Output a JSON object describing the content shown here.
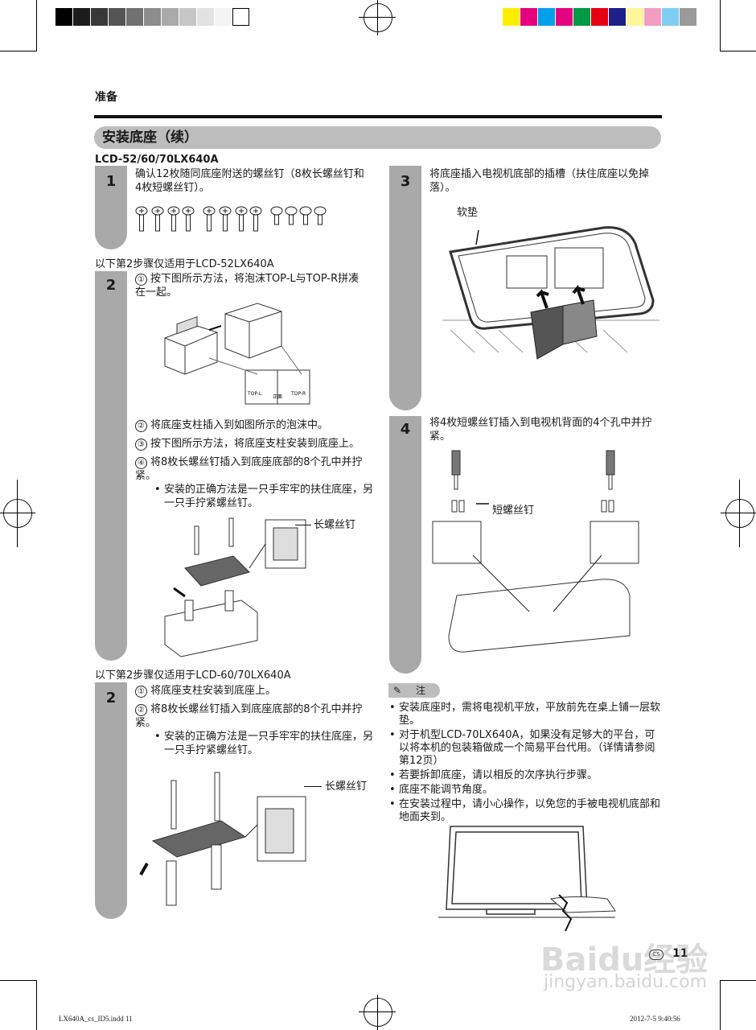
{
  "header": {
    "section": "准备"
  },
  "title": "安装底座（续）",
  "model": "LCD-52/60/70LX640A",
  "step1": {
    "num": "1",
    "text": "确认12枚随同底座附送的螺丝钉（8枚长螺丝钉和4枚短螺丝钉）。"
  },
  "sub52": {
    "heading": "以下第2步骤仅适用于LCD-52LX640A",
    "num": "2",
    "i1": "按下图所示方法，将泡沫TOP-L与TOP-R拼凑在一起。",
    "i2": "将底座支柱插入到如图所示的泡沫中。",
    "i3": "按下图所示方法，将底座支柱安装到底座上。",
    "i4": "将8枚长螺丝钉插入到底座底部的8个孔中并拧紧。",
    "bullet": "安装的正确方法是一只手牢牢的扶住底座，另一只手拧紧螺丝钉。",
    "long_screw": "长螺丝钉",
    "foam_l": "TOP-L",
    "foam_r": "TOP-R",
    "foam_front": "正面"
  },
  "sub60": {
    "heading": "以下第2步骤仅适用于LCD-60/70LX640A",
    "num": "2",
    "i1": "将底座支柱安装到底座上。",
    "i2": "将8枚长螺丝钉插入到底座底部的8个孔中并拧紧。",
    "bullet": "安装的正确方法是一只手牢牢的扶住底座，另一只手拧紧螺丝钉。",
    "long_screw": "长螺丝钉"
  },
  "step3": {
    "num": "3",
    "text": "将底座插入电视机底部的插槽（扶住底座以免掉落）。",
    "label": "软垫"
  },
  "step4": {
    "num": "4",
    "text": "将4枚短螺丝钉插入到电视机背面的4个孔中并拧紧。",
    "label": "短螺丝钉"
  },
  "note": {
    "label": "注",
    "items": [
      "安装底座时，需将电视机平放，平放前先在桌上铺一层软垫。",
      "对于机型LCD-70LX640A，如果没有足够大的平台，可以将本机的包装箱做成一个简易平台代用。（详情请参阅第12页）",
      "若要拆卸底座，请以相反的次序执行步骤。",
      "底座不能调节角度。",
      "在安装过程中，请小心操作，以免您的手被电视机底部和地面夹到。"
    ]
  },
  "circled": [
    "①",
    "②",
    "③",
    "④"
  ],
  "page": {
    "lang": "CS",
    "number": "11"
  },
  "footer": {
    "file": "LX640A_cs_ID5.indd  11",
    "date": "2012-7-5   9:40:56"
  },
  "watermark": {
    "brand": "Baidu经验",
    "url": "jingyan.baidu.com"
  },
  "colors": {
    "bar": "#a9a9a9",
    "title_bg": "#bdbdbd"
  }
}
